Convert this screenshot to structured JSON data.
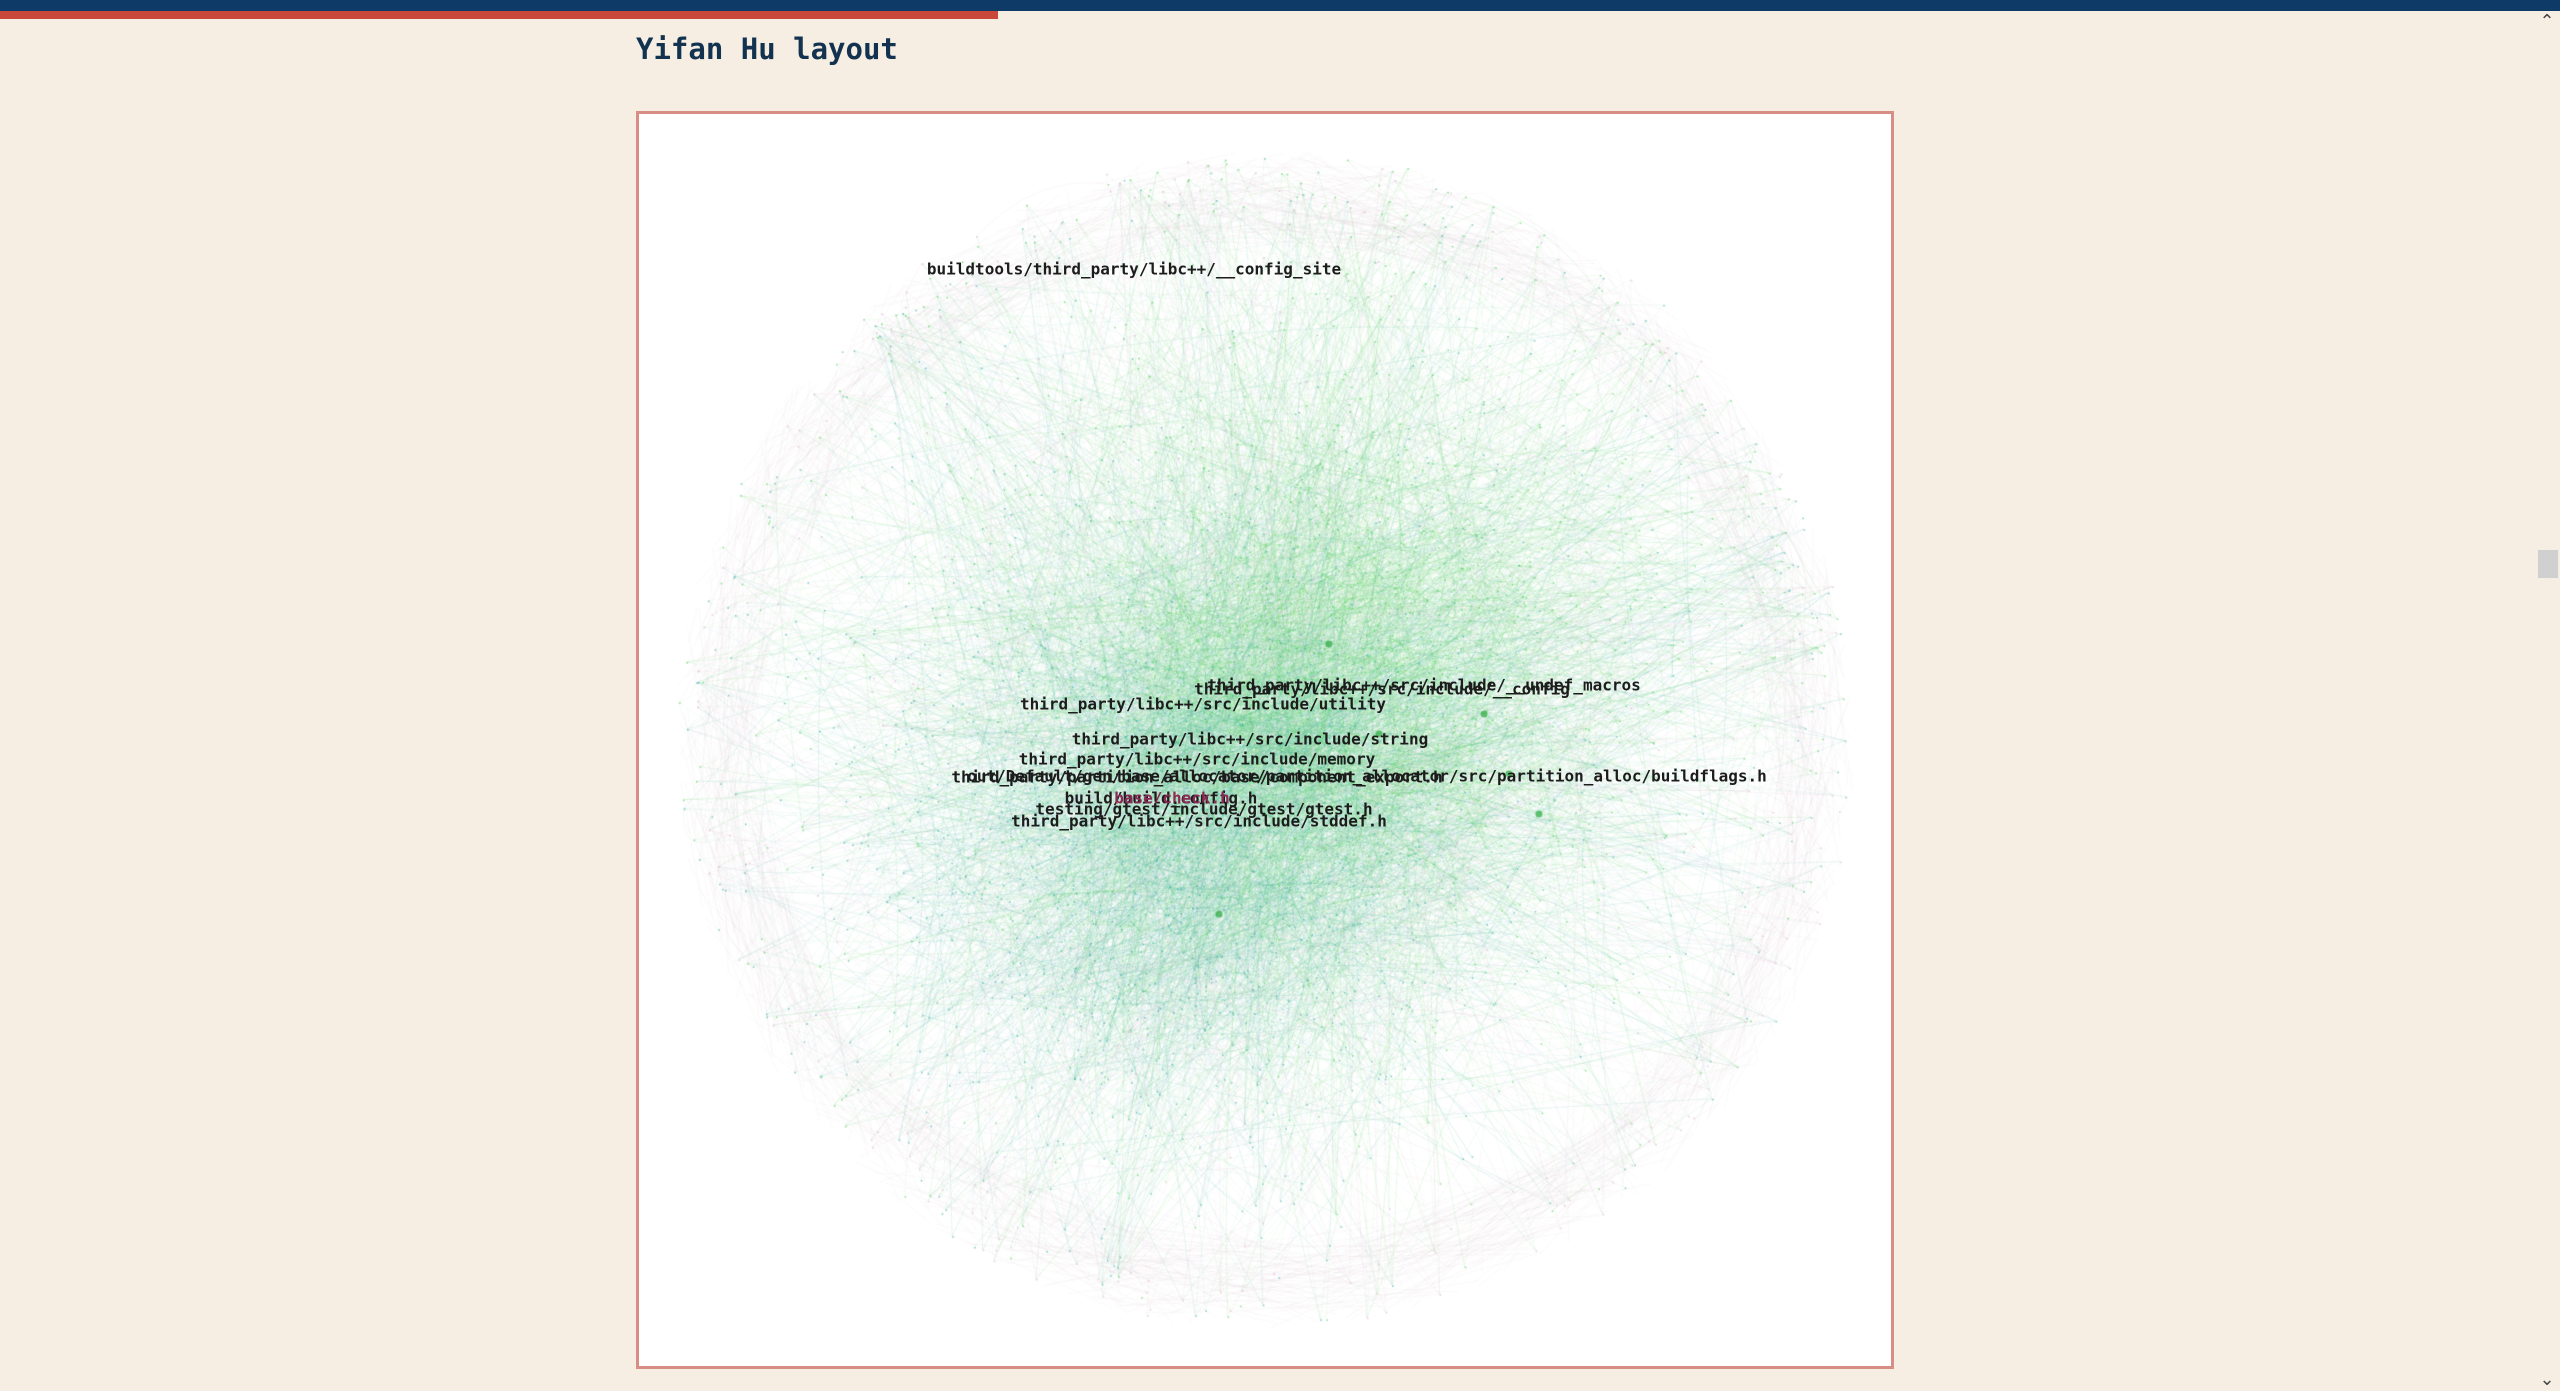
{
  "page": {
    "title": "Yifan Hu layout",
    "reading_progress": 0.39
  },
  "colors": {
    "topbar": "#0d3a66",
    "progress": "#c9483a",
    "frame_border": "#d98e85",
    "cluster_teal": "#2ba8a0",
    "cluster_green": "#3fcf4a",
    "cluster_pink": "#d8a8c4",
    "background": "#f6eee2"
  },
  "graph": {
    "labels": [
      {
        "text": "buildtools/third_party/libc++/__config_site",
        "tone": "dark"
      },
      {
        "text": "third_party/libc++/src/include/__undef_macros",
        "tone": "dark"
      },
      {
        "text": "third_party/libc++/src/include/__config",
        "tone": "dark"
      },
      {
        "text": "third_party/libc++/src/include/utility",
        "tone": "dark"
      },
      {
        "text": "third_party/libc++/src/include/string",
        "tone": "dark"
      },
      {
        "text": "third_party/libc++/src/include/memory",
        "tone": "dark"
      },
      {
        "text": "out/Default/gen/base/allocator/partition_allocator/src/partition_alloc/buildflags.h",
        "tone": "dark"
      },
      {
        "text": "third_party/partition_alloc/base/component_export.h",
        "tone": "dark"
      },
      {
        "text": "build/build_config.h",
        "tone": "dark"
      },
      {
        "text": "base/check.h",
        "tone": "alt"
      },
      {
        "text": "testing/gtest/include/gtest/gtest.h",
        "tone": "dark"
      },
      {
        "text": "third_party/libc++/src/include/stddef.h",
        "tone": "dark"
      }
    ]
  },
  "scrollbar": {
    "up_glyph": "⌃",
    "down_glyph": "⌄"
  }
}
